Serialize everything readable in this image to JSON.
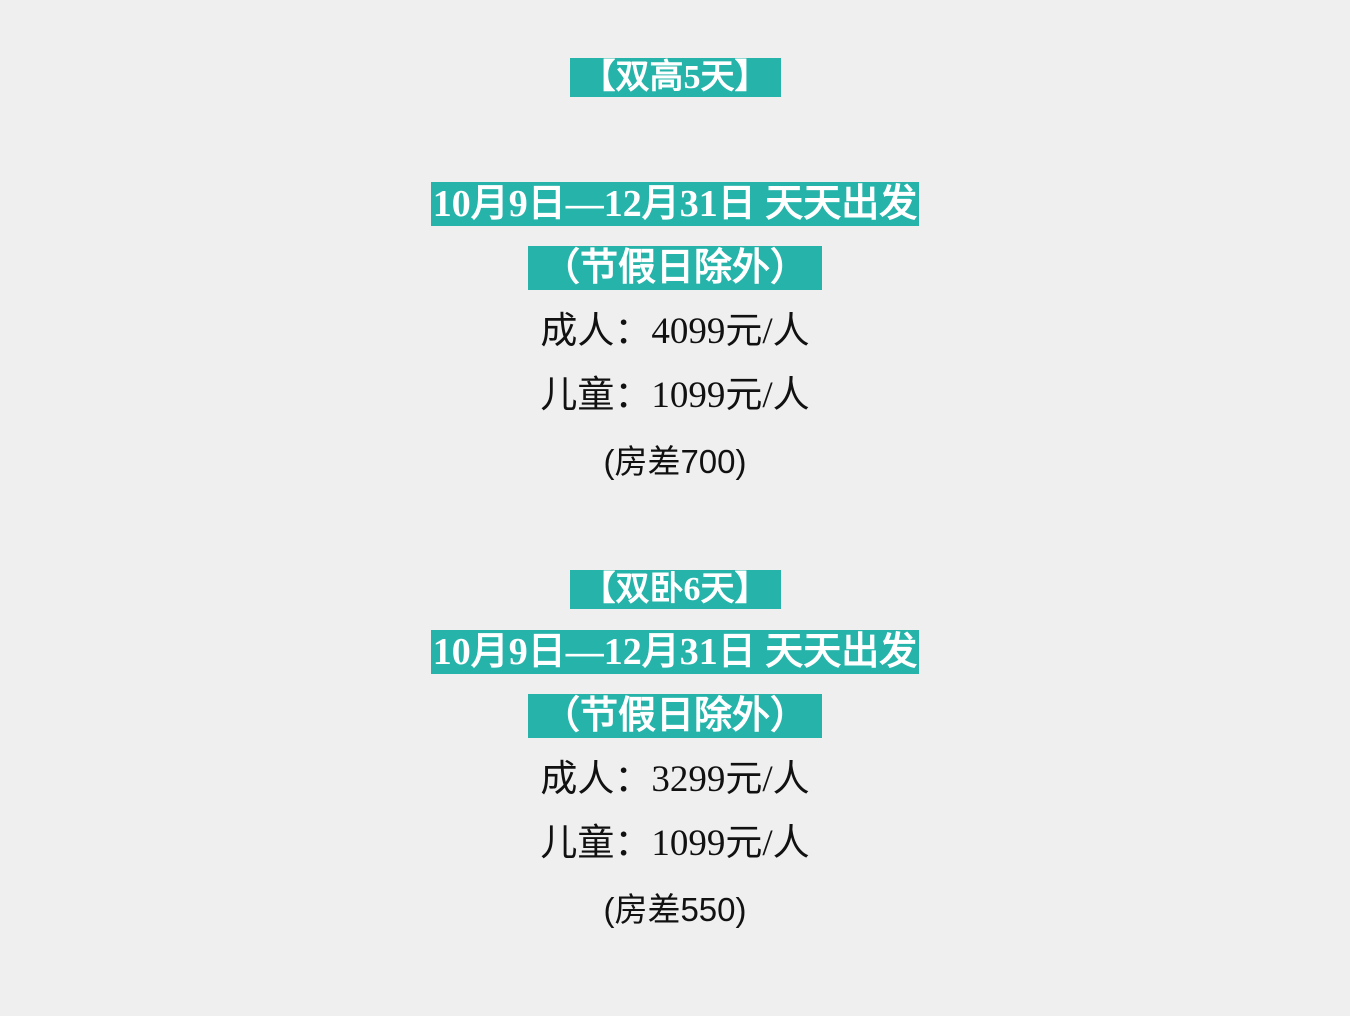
{
  "packages": [
    {
      "title": "【双高5天】",
      "dates": "10月9日—12月31日 天天出发",
      "exclusion": "（节假日除外）",
      "adult_price": "成人：4099元/人",
      "child_price": "儿童：1099元/人",
      "room_diff": "(房差700)"
    },
    {
      "title": "【双卧6天】",
      "dates": "10月9日—12月31日 天天出发",
      "exclusion": "（节假日除外）",
      "adult_price": "成人：3299元/人",
      "child_price": "儿童：1099元/人",
      "room_diff": "(房差550)"
    }
  ],
  "colors": {
    "accent": "#26b4aa",
    "background": "#efefef",
    "text": "#111111"
  }
}
